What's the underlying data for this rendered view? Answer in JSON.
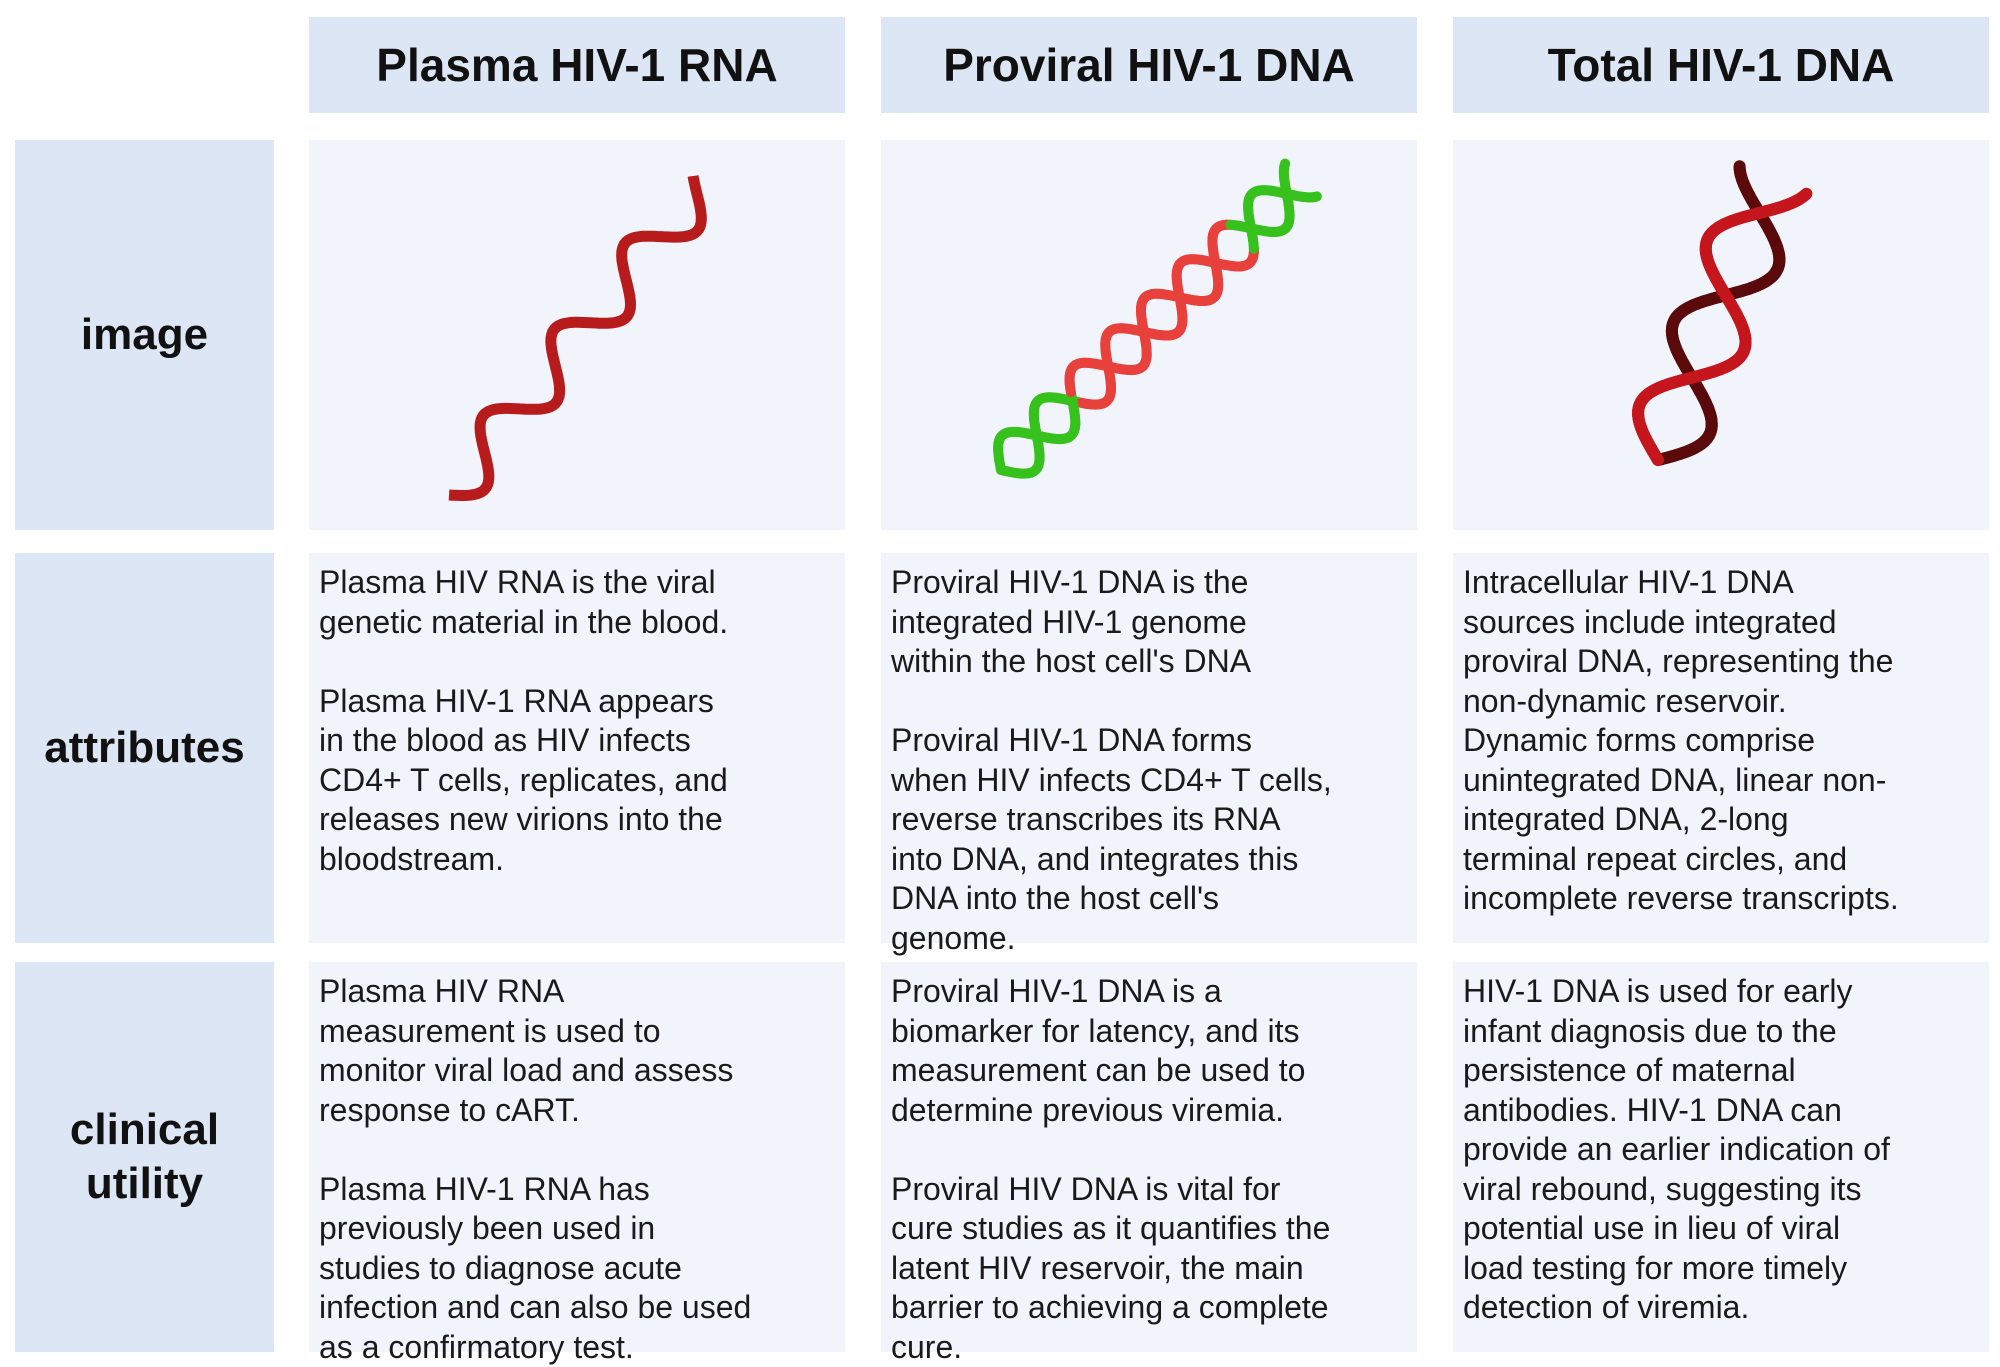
{
  "columns": [
    "Plasma HIV-1 RNA",
    "Proviral HIV-1 DNA",
    "Total HIV-1 DNA"
  ],
  "rows": {
    "image": "image",
    "attributes": "attributes",
    "clinical_utility": "clinical\nutility"
  },
  "colors": {
    "rna_strand": "#b71b1b",
    "provirus_host": "#37c11c",
    "provirus_viral": "#e8413c",
    "total_dark": "#5a0a0a",
    "total_red": "#c4161c",
    "header_bg": "#dde6f5",
    "cell_bg": "#f1f4fa"
  },
  "icons": [
    "rna-single-strand-icon",
    "proviral-dna-helix-icon",
    "total-dna-helix-icon"
  ],
  "attributes": {
    "plasma_rna": [
      "Plasma HIV RNA is the viral\ngenetic material in the blood.",
      "Plasma HIV-1 RNA appears\nin the blood as HIV infects\nCD4+ T cells, replicates, and\nreleases new virions into the\nbloodstream."
    ],
    "proviral_dna": [
      "Proviral HIV-1 DNA is the\nintegrated HIV-1 genome\nwithin the host cell's DNA",
      "Proviral HIV-1 DNA forms\nwhen HIV infects CD4+ T cells,\nreverse transcribes its RNA\ninto DNA, and integrates this\nDNA into the host cell's\ngenome."
    ],
    "total_dna": [
      "Intracellular HIV-1 DNA\nsources include integrated\nproviral DNA, representing the\nnon-dynamic reservoir.\nDynamic forms comprise\nunintegrated DNA, linear non-\nintegrated DNA, 2-long\nterminal repeat circles, and\nincomplete reverse transcripts."
    ]
  },
  "clinical_utility": {
    "plasma_rna": [
      "Plasma HIV RNA\nmeasurement is used to\nmonitor viral load and assess\nresponse to cART.",
      "Plasma HIV-1 RNA has\npreviously been used in\nstudies to diagnose acute\ninfection and can also be used\nas a confirmatory test."
    ],
    "proviral_dna": [
      "Proviral HIV-1 DNA is a\nbiomarker for latency, and its\nmeasurement can be used to\ndetermine previous viremia.",
      "Proviral HIV DNA is vital for\ncure studies as it quantifies the\nlatent HIV reservoir, the main\nbarrier to achieving a complete\ncure."
    ],
    "total_dna": [
      "HIV-1 DNA is used for early\ninfant diagnosis due to the\npersistence of maternal\nantibodies. HIV-1 DNA can\nprovide an earlier indication of\nviral rebound, suggesting its\npotential use in lieu of viral\nload testing for more timely\ndetection of viremia."
    ]
  }
}
